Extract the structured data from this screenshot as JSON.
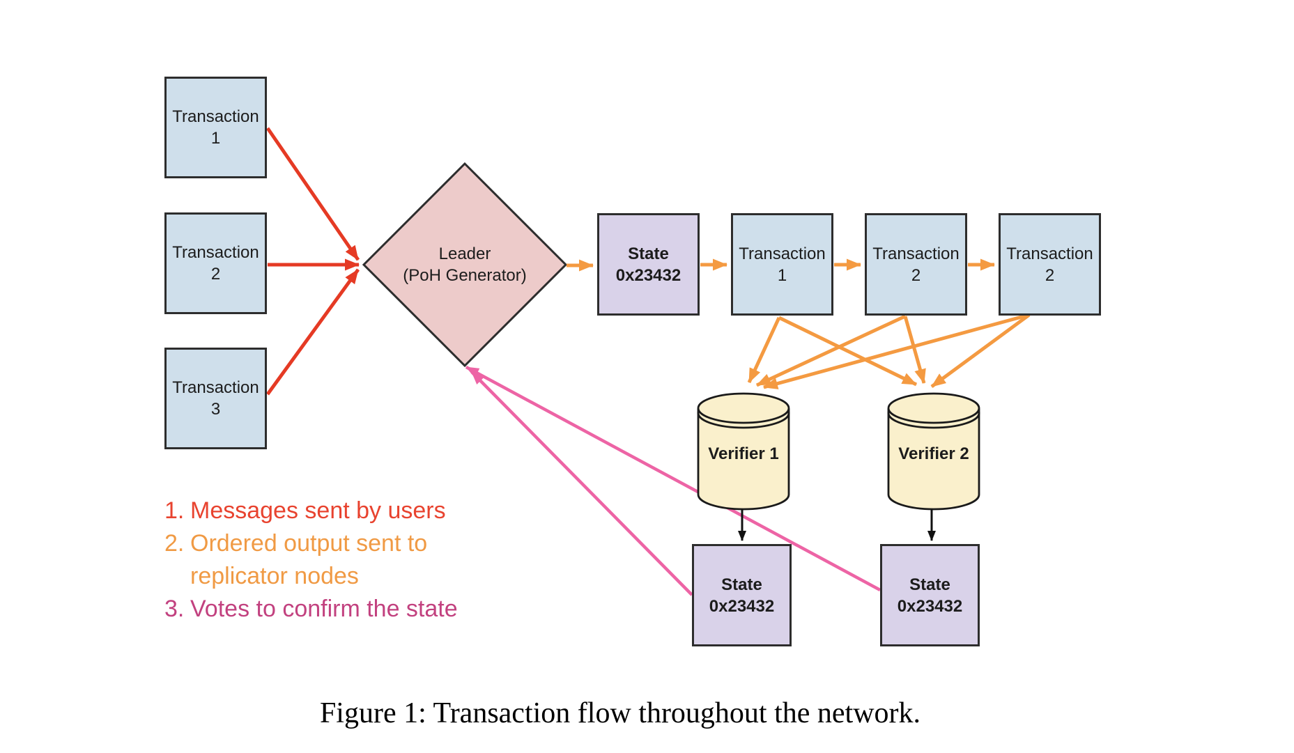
{
  "figure": {
    "caption": "Figure 1: Transaction flow throughout the network."
  },
  "nodes": {
    "tx1": {
      "line1": "Transaction",
      "line2": "1"
    },
    "tx2": {
      "line1": "Transaction",
      "line2": "2"
    },
    "tx3": {
      "line1": "Transaction",
      "line2": "3"
    },
    "leader": {
      "line1": "Leader",
      "line2": "(PoH Generator)"
    },
    "state_top": {
      "line1": "State",
      "line2": "0x23432"
    },
    "chain_tx1": {
      "line1": "Transaction",
      "line2": "1"
    },
    "chain_tx2": {
      "line1": "Transaction",
      "line2": "2"
    },
    "chain_tx2b": {
      "line1": "Transaction",
      "line2": "2"
    },
    "verifier1": {
      "label": "Verifier 1"
    },
    "verifier2": {
      "label": "Verifier 2"
    },
    "state_v1": {
      "line1": "State",
      "line2": "0x23432"
    },
    "state_v2": {
      "line1": "State",
      "line2": "0x23432"
    }
  },
  "legend": {
    "items": [
      {
        "number": "1.",
        "text": "Messages sent by users",
        "color": "#e8432f"
      },
      {
        "number": "2.",
        "text": "Ordered output sent to replicator nodes",
        "color": "#f09a44"
      },
      {
        "number": "3.",
        "text": "Votes to confirm the state",
        "color": "#c2417f"
      }
    ]
  },
  "edges": {
    "messages_sent_by_users_red": [
      "Transaction 1 -> Leader",
      "Transaction 2 -> Leader",
      "Transaction 3 -> Leader"
    ],
    "ordered_output_orange": [
      "Leader -> State 0x23432",
      "State 0x23432 -> Transaction 1",
      "Transaction 1 -> Transaction 2",
      "Transaction 2 -> Transaction 2",
      "Transaction 1 -> Verifier 1",
      "Transaction 1 -> Verifier 2",
      "Transaction 2 -> Verifier 1",
      "Transaction 2 -> Verifier 2",
      "Transaction 2 (2nd) -> Verifier 1",
      "Transaction 2 (2nd) -> Verifier 2"
    ],
    "votes_to_confirm_pink": [
      "State 0x23432 (under Verifier 1) -> Leader",
      "State 0x23432 (under Verifier 2) -> Leader"
    ],
    "verifier_output_black": [
      "Verifier 1 -> State 0x23432",
      "Verifier 2 -> State 0x23432"
    ]
  },
  "colors": {
    "box_blue": "#cfdfeb",
    "box_purple": "#d9d2e9",
    "diamond_pink": "#edcbca",
    "cylinder_cream": "#faf0cc",
    "border_dark": "#2d2d2d",
    "arrow_red": "#e53a24",
    "arrow_orange": "#f49a41",
    "arrow_pink": "#ed64a5",
    "arrow_black": "#111111",
    "legend_red": "#e8432f",
    "legend_orange": "#f09a44",
    "legend_magenta": "#c2417f",
    "background": "#ffffff"
  }
}
